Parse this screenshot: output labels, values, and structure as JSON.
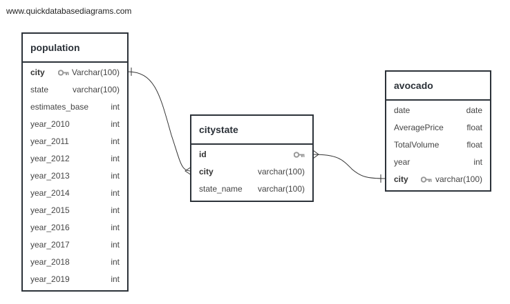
{
  "watermark": "www.quickdatabasediagrams.com",
  "tables": {
    "population": {
      "title": "population",
      "fields": [
        {
          "name": "city",
          "type": "Varchar(100)",
          "key": true
        },
        {
          "name": "state",
          "type": "varchar(100)"
        },
        {
          "name": "estimates_base",
          "type": "int"
        },
        {
          "name": "year_2010",
          "type": "int"
        },
        {
          "name": "year_2011",
          "type": "int"
        },
        {
          "name": "year_2012",
          "type": "int"
        },
        {
          "name": "year_2013",
          "type": "int"
        },
        {
          "name": "year_2014",
          "type": "int"
        },
        {
          "name": "year_2015",
          "type": "int"
        },
        {
          "name": "year_2016",
          "type": "int"
        },
        {
          "name": "year_2017",
          "type": "int"
        },
        {
          "name": "year_2018",
          "type": "int"
        },
        {
          "name": "year_2019",
          "type": "int"
        }
      ]
    },
    "citystate": {
      "title": "citystate",
      "fields": [
        {
          "name": "id",
          "type": "",
          "key": true
        },
        {
          "name": "city",
          "type": "varchar(100)"
        },
        {
          "name": "state_name",
          "type": "varchar(100)"
        }
      ]
    },
    "avocado": {
      "title": "avocado",
      "fields": [
        {
          "name": "date",
          "type": "date"
        },
        {
          "name": "AveragePrice",
          "type": "float"
        },
        {
          "name": "TotalVolume",
          "type": "float"
        },
        {
          "name": "year",
          "type": "int"
        },
        {
          "name": "city",
          "type": "varchar(100)",
          "key": true
        }
      ]
    }
  },
  "relationships": [
    {
      "from": "population.city",
      "to": "citystate.city",
      "from_end": "one",
      "to_end": "many"
    },
    {
      "from": "citystate.id",
      "to": "avocado.city",
      "from_end": "many",
      "to_end": "one"
    }
  ]
}
